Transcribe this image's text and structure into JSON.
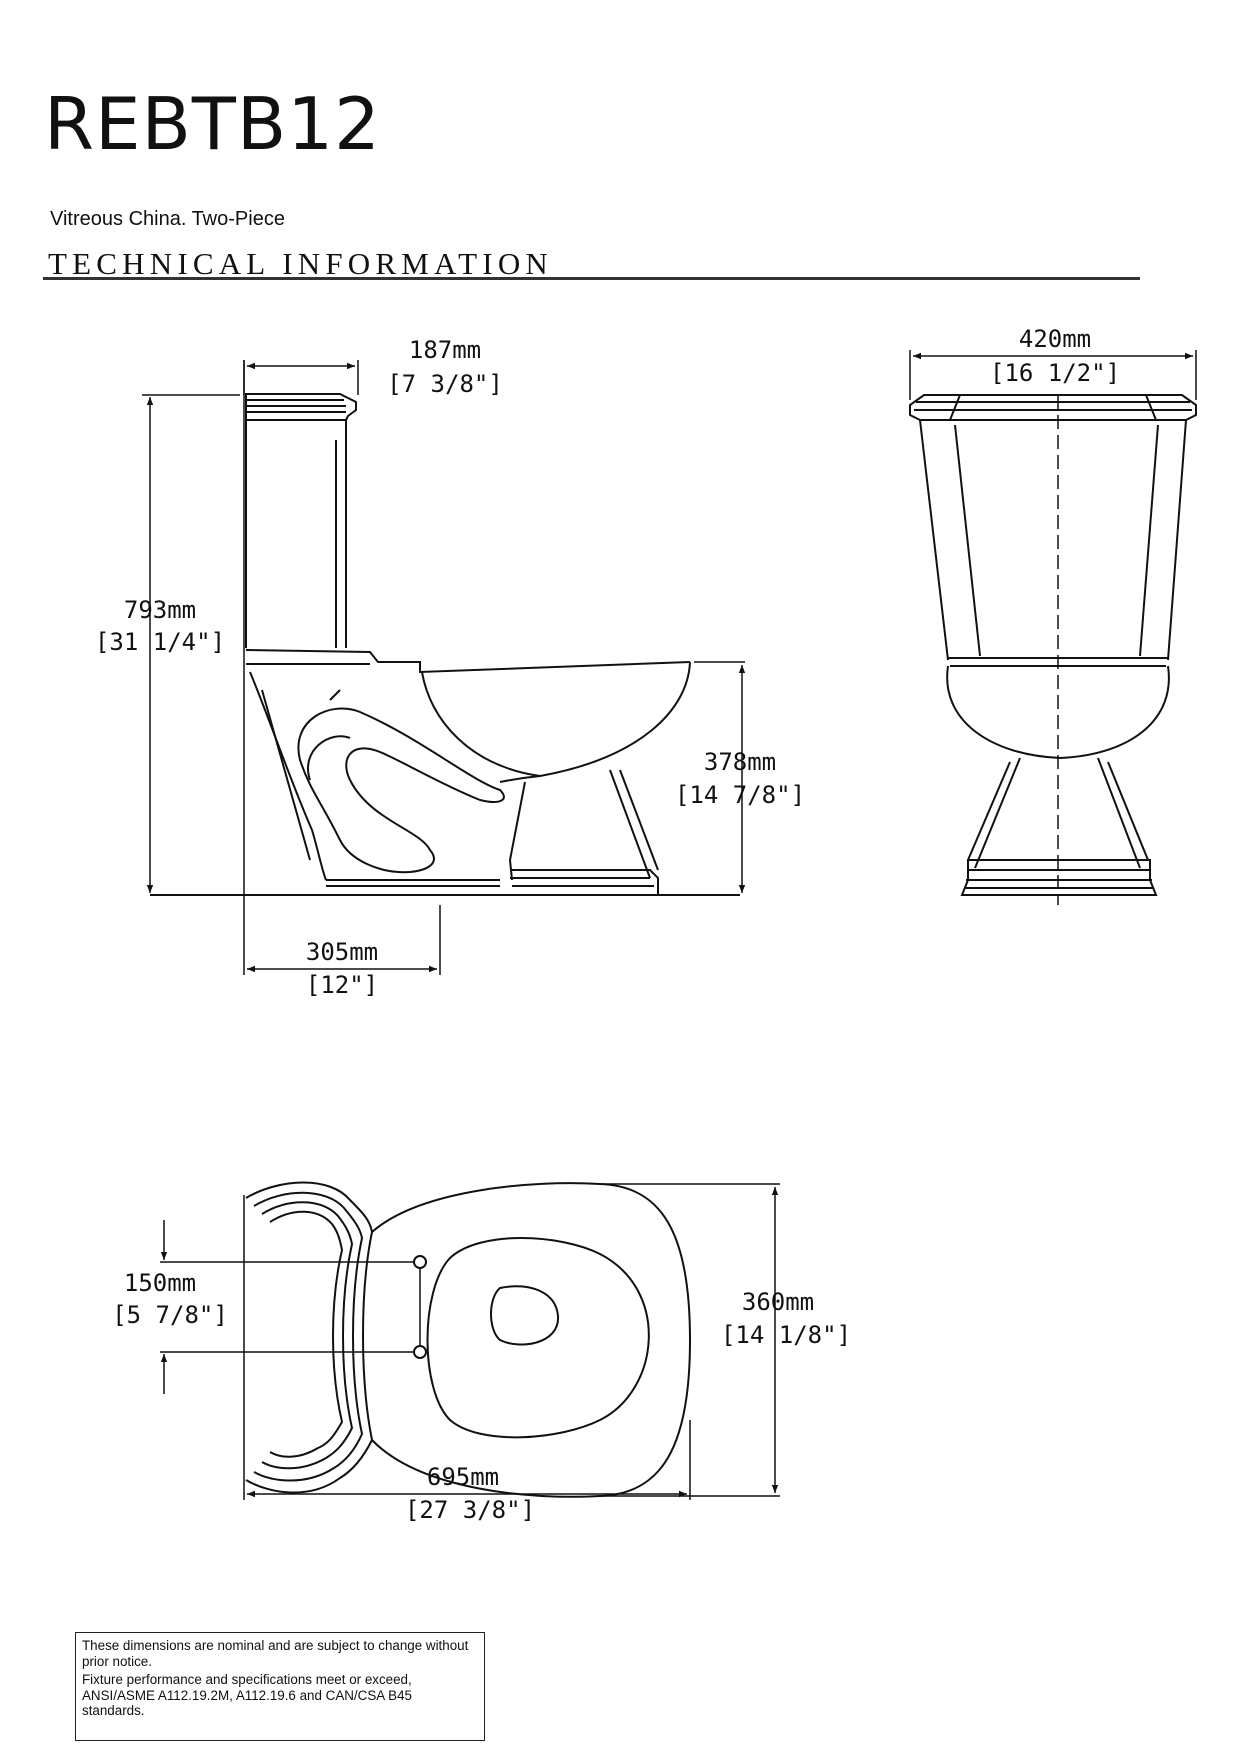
{
  "header": {
    "model": "REBTB12",
    "subtitle": "Vitreous China. Two-Piece",
    "section": "TECHNICAL INFORMATION"
  },
  "dimensions": {
    "tank_depth": {
      "mm": "187mm",
      "in": "[7 3/8\"]"
    },
    "overall_height": {
      "mm": "793mm",
      "in": "[31 1/4\"]"
    },
    "bowl_height": {
      "mm": "378mm",
      "in": "[14 7/8\"]"
    },
    "rough_in": {
      "mm": "305mm",
      "in": "[12\"]"
    },
    "tank_width": {
      "mm": "420mm",
      "in": "[16 1/2\"]"
    },
    "bolt_spacing": {
      "mm": "150mm",
      "in": "[5 7/8\"]"
    },
    "bowl_width": {
      "mm": "360mm",
      "in": "[14 1/8\"]"
    },
    "overall_length": {
      "mm": "695mm",
      "in": "[27 3/8\"]"
    }
  },
  "notes": [
    "These dimensions are nominal and are subject to change without prior notice.",
    "Fixture performance and specifications meet or exceed, ANSI/ASME A112.19.2M, A112.19.6 and CAN/CSA B45 standards."
  ]
}
